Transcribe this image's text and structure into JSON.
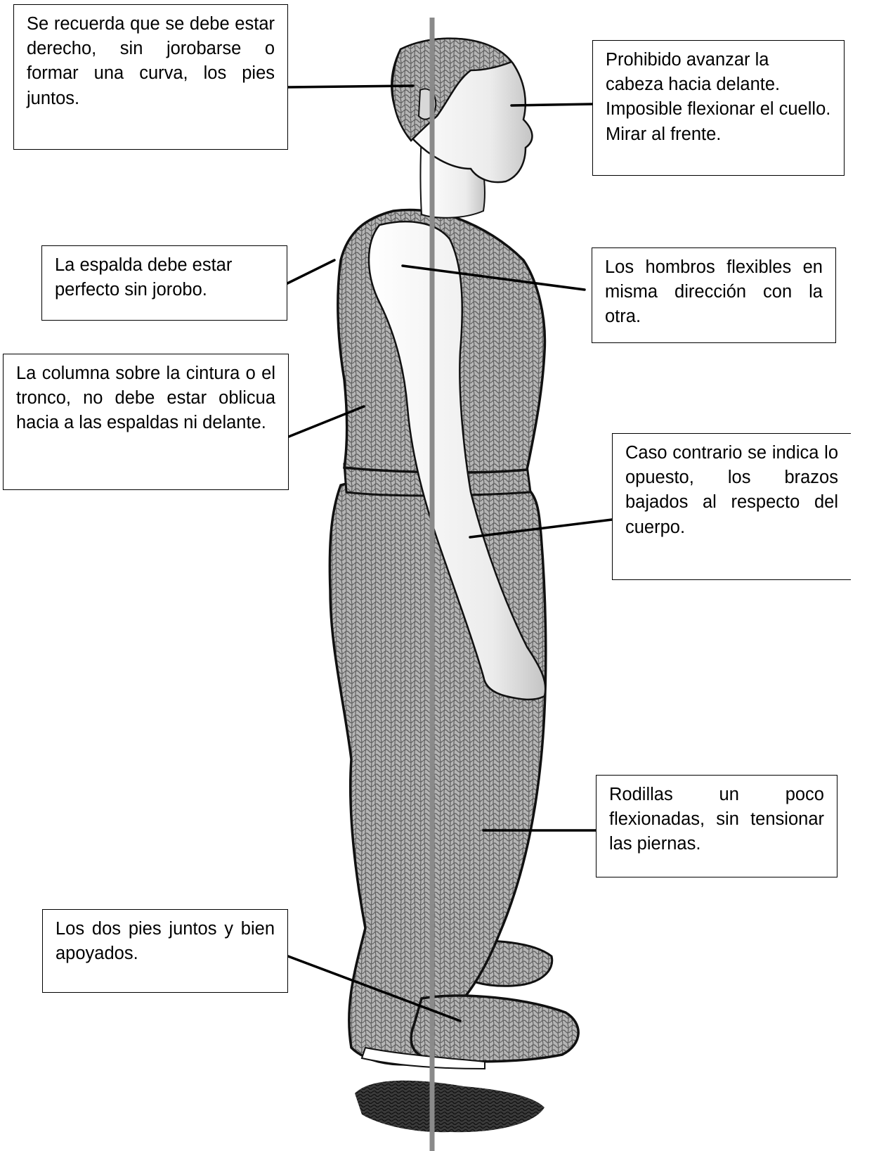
{
  "colors": {
    "line": "#000000",
    "plumb_line": "#8a8a8a",
    "figure_fill": "#b5b5b5",
    "figure_dark": "#6a6a6a",
    "skin": "#ededed",
    "shadow": "#1e1e1e"
  },
  "callouts": {
    "posture": "Se recuerda que se debe estar derecho, sin jorobarse o formar una curva, los pies juntos.",
    "head": "Prohibido avanzar la cabeza hacia delante. Imposible flexionar el cuello. Mirar al frente.",
    "back": "La espalda debe estar perfecto sin jorobo.",
    "shoulders": "Los hombros flexibles en misma dirección con la otra.",
    "column": "La columna sobre la cintura o el tronco, no debe estar oblicua hacia a las espaldas ni delante.",
    "arms": "Caso contrario se indica lo opuesto, los brazos bajados al respecto del cuerpo.",
    "knees": "Rodillas un poco flexionadas, sin tensionar las piernas.",
    "feet": "Los dos pies juntos y bien apoyados."
  }
}
